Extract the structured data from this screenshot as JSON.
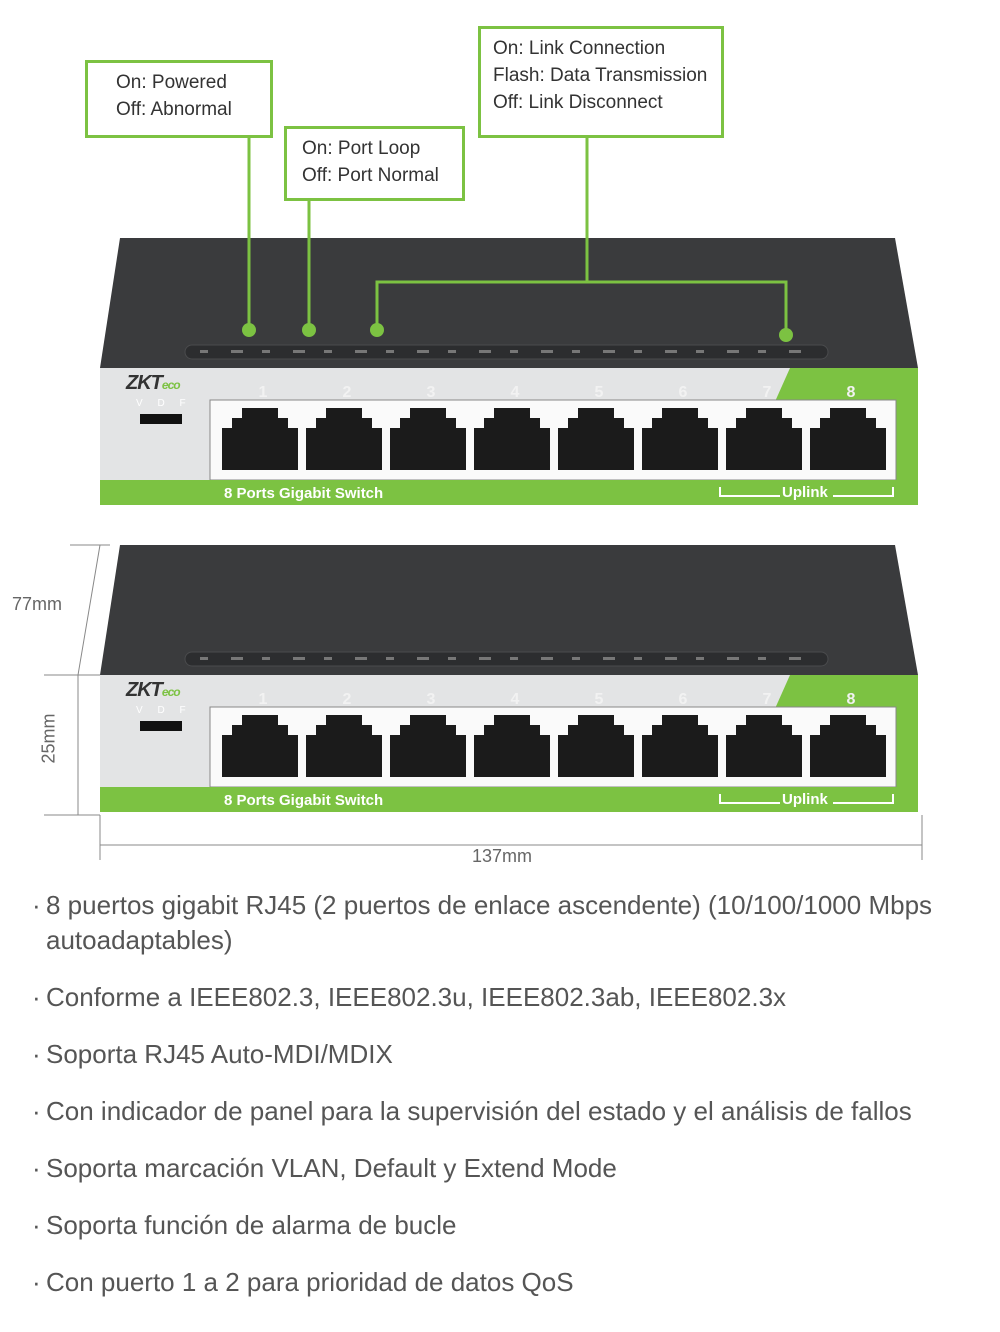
{
  "callouts": {
    "power": [
      "On: Powered",
      "Off: Abnormal"
    ],
    "loop": [
      "On: Port Loop",
      "Off: Port Normal"
    ],
    "link": [
      "On: Link Connection",
      "Flash: Data Transmission",
      "Off: Link Disconnect"
    ]
  },
  "switch": {
    "brand": "ZKTeco",
    "brand_main": "ZKT",
    "brand_suffix": "eco",
    "switch_labels": "V D F",
    "ports": [
      "1",
      "2",
      "3",
      "4",
      "5",
      "6",
      "7",
      "8"
    ],
    "model_label": "8 Ports Gigabit Switch",
    "uplink_label": "Uplink"
  },
  "dimensions": {
    "depth": "77mm",
    "height": "25mm",
    "width": "137mm"
  },
  "features": [
    "8 puertos gigabit RJ45 (2 puertos de enlace ascendente) (10/100/1000 Mbps autoadaptables)",
    "Conforme a IEEE802.3, IEEE802.3u, IEEE802.3ab, IEEE802.3x",
    "Soporta RJ45 Auto-MDI/MDIX",
    "Con indicador de panel para la supervisión del estado y el análisis de fallos",
    "Soporta marcación VLAN, Default y Extend Mode",
    "Soporta función de alarma de bucle",
    "Con puerto 1 a 2 para prioridad de datos QoS"
  ],
  "colors": {
    "accent": "#7cc242",
    "body": "#3a3b3d",
    "panel": "#e3e4e5"
  }
}
